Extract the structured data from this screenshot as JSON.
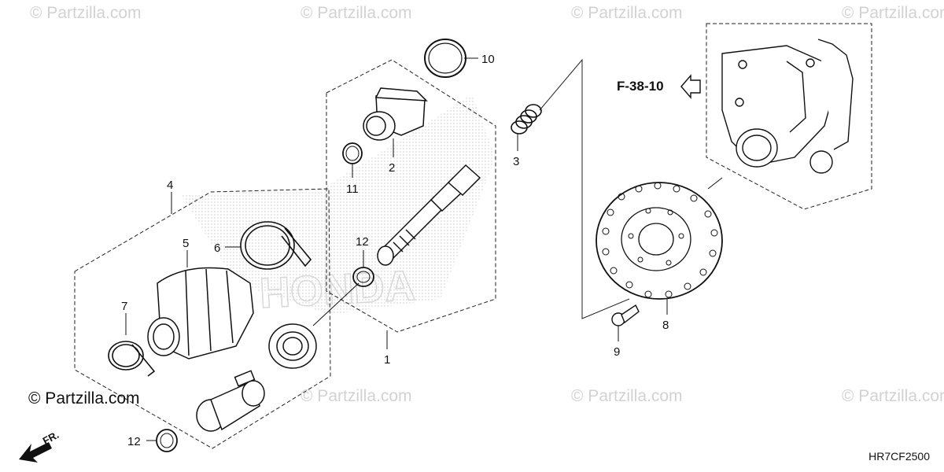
{
  "watermark": {
    "text": "© Partzilla.com",
    "main": "© Partzilla.com"
  },
  "diagram_code": "HR7CF2500",
  "reference": "F-38-10",
  "front_indicator": "FR.",
  "callouts": [
    "1",
    "2",
    "3",
    "4",
    "5",
    "6",
    "7",
    "8",
    "9",
    "10",
    "11",
    "12",
    "12"
  ],
  "brand_mark": "HONDA"
}
